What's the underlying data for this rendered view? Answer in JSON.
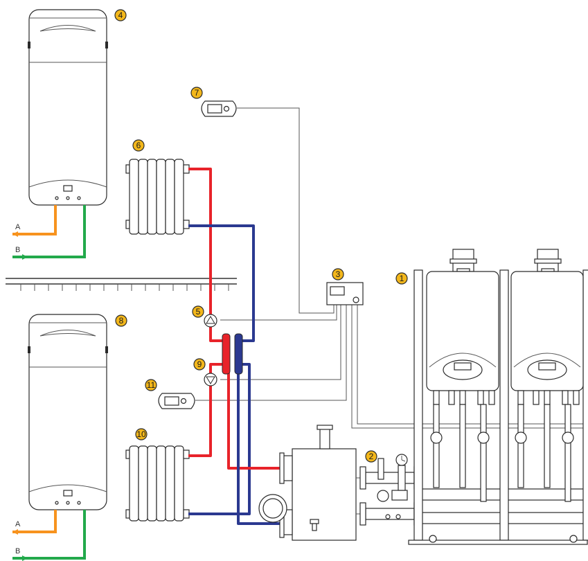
{
  "colors": {
    "flow_hot": "#e8232a",
    "flow_cold": "#2b3990",
    "dhw_out": "#f7931e",
    "dhw_in": "#22a94b",
    "badge": "#f3b71b"
  },
  "badges": [
    "1",
    "2",
    "3",
    "4",
    "5",
    "6",
    "7",
    "8",
    "9",
    "10",
    "11"
  ],
  "connections": {
    "top_a": "A",
    "top_b": "B",
    "bottom_a": "A",
    "bottom_b": "B"
  },
  "components": {
    "heat_pump_water_heater": [
      "water-heater-icon"
    ],
    "boilers": [
      "wall-boiler-icon"
    ],
    "radiators": [
      "radiator-icon"
    ],
    "controls": [
      "room-thermostat-icon",
      "controller-icon"
    ],
    "pumps": [
      "circulator-pump-icon"
    ],
    "separator": [
      "hydraulic-separator-icon"
    ]
  }
}
